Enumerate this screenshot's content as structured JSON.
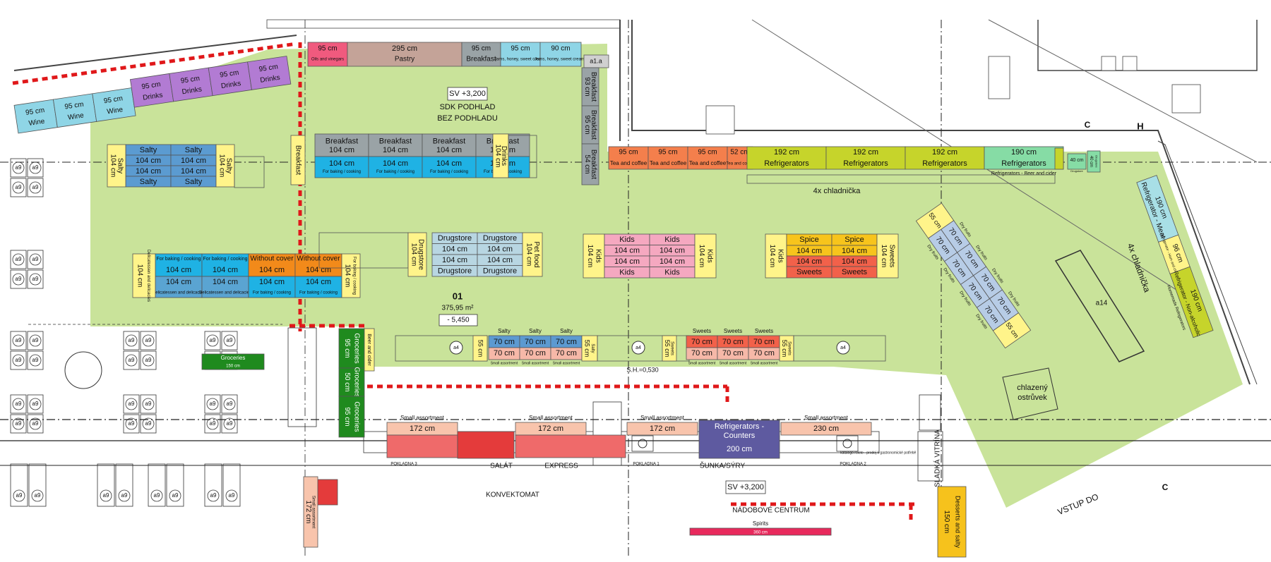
{
  "plan_labels": {
    "sv_top": "SV +3,200",
    "sdk": "SDK PODHLAD",
    "bez": "BEZ PODHLADU",
    "fridges": "4x chladnička",
    "fridges_right": "4x chladnička",
    "room_no": "01",
    "area": "375,95 m²",
    "level": "- 5,450",
    "sh": "S.H.=0,530",
    "sv_bottom": "SV +3,200",
    "island": "chlazený\nostrůvek",
    "salat": "SALÁT",
    "express": "EXPRESS",
    "sunka": "ŠUNKA/SÝRY",
    "konvektomat": "KONVEKTOMAT",
    "pokl3": "POKLADNA 3",
    "pokl1": "POKLADNA 1",
    "pokl2": "POKLADNA 2",
    "sladka": "SLADKÁ VITRÍNA",
    "nadobi": "NÁDOBOVÉ CENTRUM",
    "vstup": "VSTUP DO",
    "a14": "a14",
    "c": "C",
    "h": "H",
    "a1a": "a1.a",
    "a9": "a9",
    "a4": "a4",
    "note": "katalogo rolete - prodej k gastronomické potřebě"
  },
  "sections": {
    "wine": [
      {
        "size": "95 cm",
        "label": "Wine"
      },
      {
        "size": "95 cm",
        "label": "Wine"
      },
      {
        "size": "95 cm",
        "label": "Wine"
      }
    ],
    "drinks": [
      {
        "size": "95 cm",
        "label": "Drinks"
      },
      {
        "size": "95 cm",
        "label": "Drinks"
      },
      {
        "size": "95 cm",
        "label": "Drinks"
      },
      {
        "size": "95 cm",
        "label": "Drinks"
      }
    ],
    "top_row": [
      {
        "size": "95 cm",
        "label": "Oils and vinegars"
      },
      {
        "size": "295 cm",
        "label": "Pastry"
      },
      {
        "size": "95 cm",
        "label": "Breakfast"
      },
      {
        "size": "95 cm",
        "label": "Jams, honey, sweet creams"
      },
      {
        "size": "90 cm",
        "label": "Jams, honey, sweet creams"
      }
    ],
    "breakfast_vert": [
      {
        "size": "93 cm",
        "label": "Breakfast"
      },
      {
        "size": "95 cm",
        "label": "Breakfast"
      },
      {
        "size": "54 cm",
        "label": "Breakfast"
      }
    ],
    "breakfast_end": {
      "label": "Breakfast"
    },
    "breakfast_block": {
      "top_label": "Breakfast",
      "top_size": "104 cm",
      "bottom_size": "104 cm",
      "bottom_label": "For baking / cooking",
      "end_size": "104 cm",
      "end_label": "Drinks"
    },
    "salty_block": {
      "label": "Salty",
      "size": "104 cm",
      "side_label": "Salty",
      "side_size": "104 cm"
    },
    "tea_row": [
      {
        "size": "95 cm",
        "label": "Tea and coffee"
      },
      {
        "size": "95 cm",
        "label": "Tea and coffee"
      },
      {
        "size": "95 cm",
        "label": "Tea and coffee"
      },
      {
        "size": "52 cm",
        "label": "Tea and coffee"
      }
    ],
    "fridge_row": [
      {
        "size": "192 cm",
        "label": "Refrigerators"
      },
      {
        "size": "192 cm",
        "label": "Refrigerators"
      },
      {
        "size": "192 cm",
        "label": "Refrigerators"
      },
      {
        "size": "190 cm",
        "label": "Refrigerators",
        "sub": "Refrigerators - Beer and cider"
      }
    ],
    "drugstore_small": [
      {
        "size": "40 cm",
        "label": "Drugstore"
      },
      {
        "size": "40 cm",
        "label": "Drugstore"
      }
    ],
    "baking_block": {
      "top": [
        {
          "head": "For baking / cooking",
          "size": "104 cm",
          "color": "#1fb2e4"
        },
        {
          "head": "For baking / cooking",
          "size": "104 cm",
          "color": "#1fb2e4"
        },
        {
          "head": "Without cover",
          "size": "104 cm",
          "color": "#f28a1a"
        },
        {
          "head": "Without cover",
          "size": "104 cm",
          "color": "#f28a1a"
        }
      ],
      "bottom": [
        {
          "size": "104 cm",
          "foot": "Delicatessen and delicacies",
          "color": "#5aa4d2"
        },
        {
          "size": "104 cm",
          "foot": "Delicatessen and delicacies",
          "color": "#5aa4d2"
        },
        {
          "size": "104 cm",
          "foot": "For baking / cooking",
          "color": "#1fb2e4"
        },
        {
          "size": "104 cm",
          "foot": "For baking / cooking",
          "color": "#1fb2e4"
        }
      ],
      "left_size": "104 cm",
      "left_label": "Delicatessen and delicacies",
      "right_size": "104 cm",
      "right_label": "For baking / cooking"
    },
    "drugstore_block": {
      "label": "Drugstore",
      "size": "104 cm",
      "side_size": "104 cm",
      "side_label": "Drugstore",
      "end_size": "104 cm",
      "end_label": "Pet food"
    },
    "kids_block": {
      "label": "Kids",
      "size": "104 cm",
      "side_size": "104 cm",
      "side_label": "Kids"
    },
    "spice_block": {
      "top_label": "Spice",
      "size": "104 cm",
      "bottom_label": "Sweets",
      "side_size": "104 cm",
      "left_label": "Kids",
      "right_label": "Sweets"
    },
    "dry_fruits": {
      "label": "Dry fruits",
      "size": "70 cm",
      "end_size": "55 cm"
    },
    "right_fridges": [
      {
        "size": "190 cm",
        "label": "Refrigerator - Meat"
      },
      {
        "size": "96 cm",
        "label": "Refrigerator - Ham and cheese"
      },
      {
        "size": "190 cm",
        "label": "Refrigerator - Non-alcoholic",
        "sub": "Homemade Refrigerators"
      }
    ],
    "low_row": {
      "salty_head": "Salty",
      "sweets_head": "Sweets",
      "size": "70 cm",
      "small": "Small assortment",
      "side_size": "55 cm",
      "side_salty": "Salty",
      "side_sweets": "Sweets"
    },
    "groceries": [
      {
        "size": "95 cm",
        "label": "Groceries"
      },
      {
        "size": "50 cm",
        "label": "Groceries"
      },
      {
        "size": "95 cm",
        "label": "Groceries"
      }
    ],
    "groceries_small": {
      "label": "Groceries",
      "size": "150 cm"
    },
    "beer_cider": "Beer and cider",
    "counters": [
      {
        "head": "Small assortment",
        "size": "172 cm"
      },
      {
        "head": "Small assortment",
        "size": "172 cm"
      },
      {
        "head": "Small assortment",
        "size": "172 cm"
      },
      {
        "head": "Small assortment",
        "size": "230 cm"
      }
    ],
    "refrigerator_counters": {
      "label": "Refrigerators - Counters",
      "size": "200 cm"
    },
    "small_assortment_vert": {
      "size": "172 cm",
      "label": "Small assortment"
    },
    "desserts": {
      "size": "150 cm",
      "label": "Desserts and salty"
    },
    "spirits": {
      "label": "Spirits",
      "size": "360 cm"
    }
  },
  "colors": {
    "floor": "#c9e39a",
    "wine": "#8fd5e6",
    "drinks": "#b27bd3",
    "oils": "#f05a7e",
    "pastry": "#c4a398",
    "breakfast": "#9aa3a6",
    "jams": "#8fd5e6",
    "salty": "#5b9bd1",
    "yellow": "#fff48a",
    "tea": "#f47f4c",
    "fridge": "#c6d42b",
    "beer": "#86dca5",
    "drugstore": "#b8d6e2",
    "kids": "#f5a8c0",
    "spice": "#f7c41c",
    "sweets": "#f2614a",
    "dry": "#b7cce6",
    "meat": "#a8dfe6",
    "groceries": "#1f8a1e",
    "counter": "#f8c4ac",
    "counter_dark": "#5e5aa0",
    "spirits": "#e8295c",
    "desserts": "#f6c21c",
    "small_vert": "#f8c4ac",
    "red_fill": "#ef6a6a",
    "dash": "#e0181a",
    "lowrow_blue": "#5c9ad1",
    "lowrow_pink": "#f6b8a8",
    "lowrow_red": "#f2614a"
  }
}
